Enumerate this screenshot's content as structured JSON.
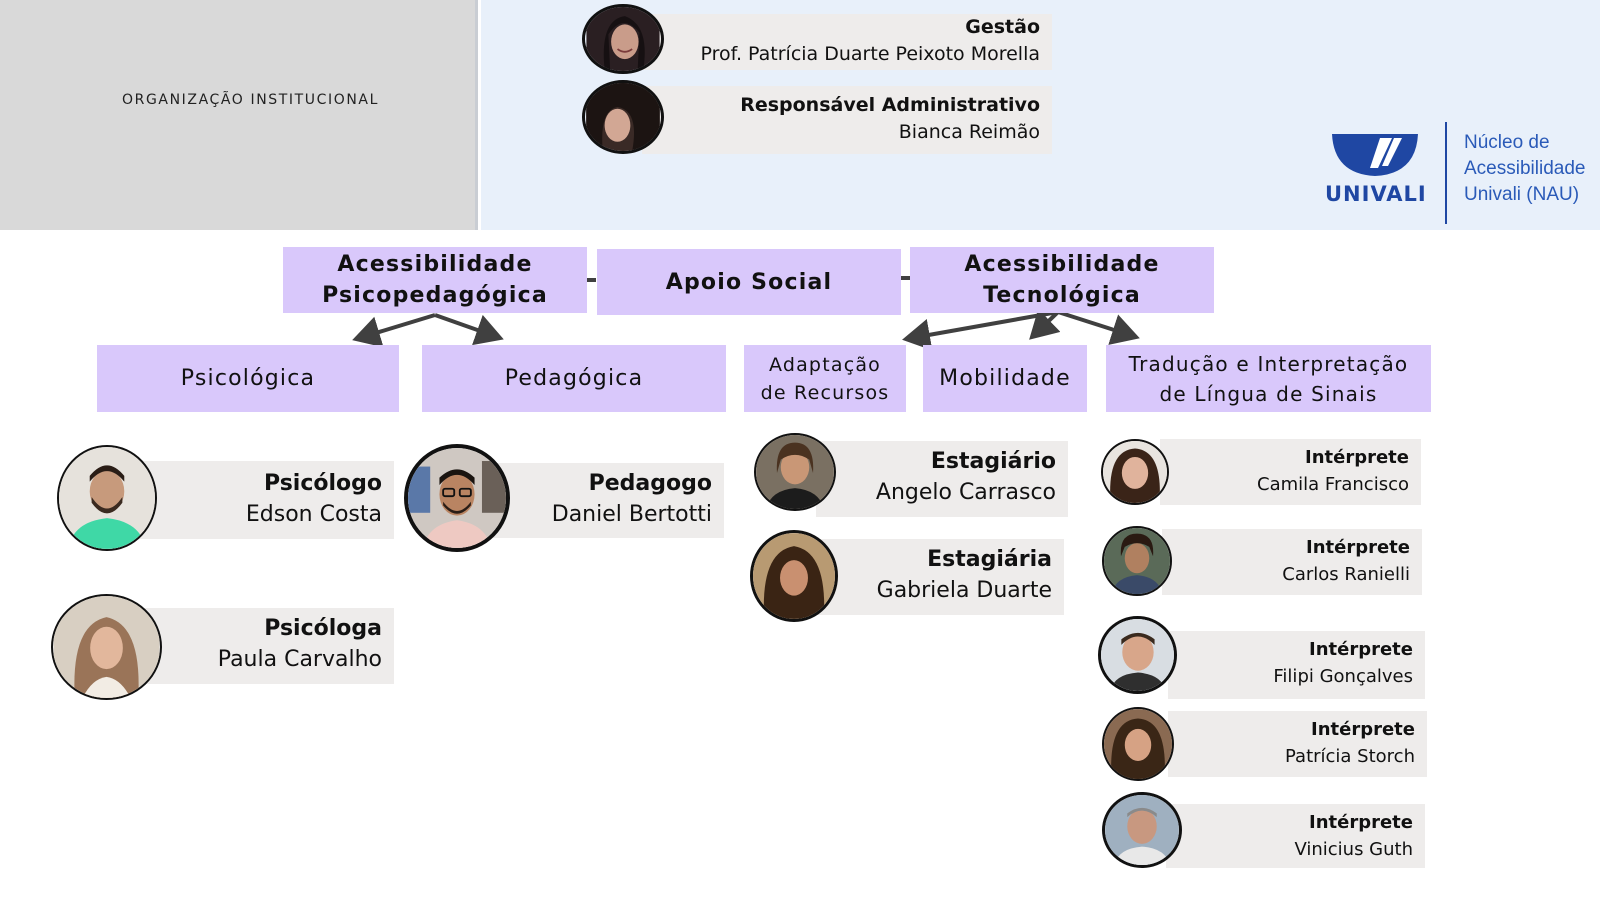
{
  "header": {
    "title": "ORGANIZAÇÃO INSTITUCIONAL",
    "leaders": [
      {
        "role": "Gestão",
        "name": "Prof. Patrícia Duarte Peixoto Morella"
      },
      {
        "role": "Responsável Administrativo",
        "name": "Bianca Reimão"
      }
    ],
    "logo": {
      "brand": "UNIVALI",
      "line1": "Núcleo de",
      "line2": "Acessibilidade",
      "line3": "Univali (NAU)",
      "color": "#1f47a3"
    }
  },
  "categories": {
    "top": [
      {
        "label_1": "Acessibilidade",
        "label_2": "Psicopedagógica"
      },
      {
        "label_1": "Apoio Social"
      },
      {
        "label_1": "Acessibilidade",
        "label_2": "Tecnológica"
      }
    ],
    "sub": [
      {
        "label_1": "Psicológica"
      },
      {
        "label_1": "Pedagógica"
      },
      {
        "label_1": "Adaptação",
        "label_2": "de Recursos"
      },
      {
        "label_1": "Mobilidade"
      },
      {
        "label_1": "Tradução e Interpretação",
        "label_2": "de Língua de Sinais"
      }
    ],
    "color": "#d9c8fb"
  },
  "people": {
    "psicologica": [
      {
        "role": "Psicólogo",
        "name": "Edson Costa"
      },
      {
        "role": "Psicóloga",
        "name": "Paula Carvalho"
      }
    ],
    "pedagogica": [
      {
        "role": "Pedagogo",
        "name": "Daniel Bertotti"
      }
    ],
    "adaptacao": [
      {
        "role": "Estagiário",
        "name": "Angelo Carrasco"
      },
      {
        "role": "Estagiária",
        "name": "Gabriela Duarte"
      }
    ],
    "libras": [
      {
        "role": "Intérprete",
        "name": "Camila Francisco"
      },
      {
        "role": "Intérprete",
        "name": "Carlos Ranielli"
      },
      {
        "role": "Intérprete",
        "name": "Filipi Gonçalves"
      },
      {
        "role": "Intérprete",
        "name": "Patrícia Storch"
      },
      {
        "role": "Intérprete",
        "name": "Vinicius Guth"
      }
    ]
  }
}
